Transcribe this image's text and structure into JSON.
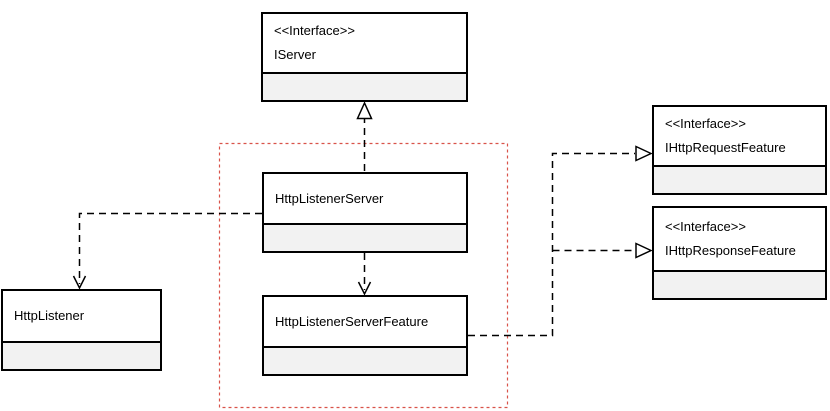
{
  "diagram": {
    "kind": "uml-class-diagram",
    "nodes": {
      "iserver": {
        "stereotype": "<<Interface>>",
        "name": "IServer"
      },
      "httpListenerServer": {
        "name": "HttpListenerServer"
      },
      "httpListenerServerFeature": {
        "name": "HttpListenerServerFeature"
      },
      "httpListener": {
        "name": "HttpListener"
      },
      "ihttpRequestFeature": {
        "stereotype": "<<Interface>>",
        "name": "IHttpRequestFeature"
      },
      "ihttpResponseFeature": {
        "stereotype": "<<Interface>>",
        "name": "IHttpResponseFeature"
      }
    },
    "edges": [
      {
        "from": "HttpListenerServer",
        "to": "IServer",
        "type": "realization",
        "line": "dashed",
        "arrowhead": "hollow-triangle"
      },
      {
        "from": "HttpListenerServer",
        "to": "HttpListener",
        "type": "dependency",
        "line": "dashed",
        "arrowhead": "open-v"
      },
      {
        "from": "HttpListenerServer",
        "to": "HttpListenerServerFeature",
        "type": "dependency",
        "line": "dashed",
        "arrowhead": "open-v"
      },
      {
        "from": "HttpListenerServerFeature",
        "to": "IHttpRequestFeature",
        "type": "realization",
        "line": "dashed",
        "arrowhead": "hollow-triangle"
      },
      {
        "from": "HttpListenerServerFeature",
        "to": "IHttpResponseFeature",
        "type": "realization",
        "line": "dashed",
        "arrowhead": "hollow-triangle"
      }
    ],
    "group": {
      "style": "red-dotted-rectangle",
      "members": [
        "HttpListenerServer",
        "HttpListenerServerFeature"
      ]
    }
  },
  "colors": {
    "canvas_bg": "#ffffff",
    "box_border": "#000000",
    "box_fill": "#ffffff",
    "compartment_fill": "#f2f2f2",
    "connector": "#000000",
    "group_outline": "#d9534a",
    "text_color": "#000000"
  }
}
